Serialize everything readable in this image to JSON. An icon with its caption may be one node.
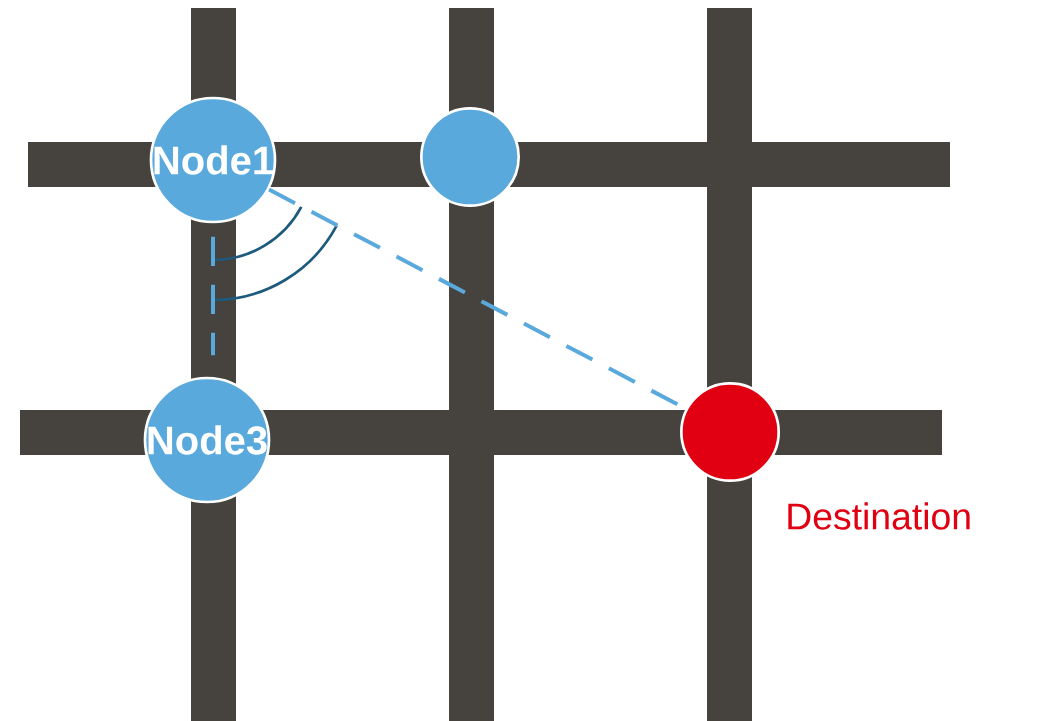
{
  "diagram": {
    "nodes": [
      {
        "text": [
          "Node1"
        ]
      },
      {
        "text": [],
        "shape": "circle"
      },
      {
        "text": [
          "Node3"
        ]
      },
      {
        "text": [],
        "shape": "circle",
        "beside": [
          "Destination"
        ]
      }
    ],
    "edges": [
      {
        "from": 0,
        "to": 3,
        "arrow": "none",
        "style": "dashed"
      },
      {
        "from": 0,
        "to": 2,
        "arrow": "none",
        "style": "dashed"
      }
    ]
  }
}
